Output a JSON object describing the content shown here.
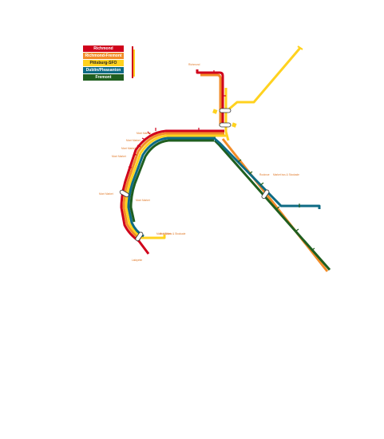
{
  "legend": {
    "lines": [
      {
        "label": "Richmond",
        "color": "#d0021b"
      },
      {
        "label": "Richmond-Fremont",
        "color": "#f28c28"
      },
      {
        "label": "Pittsburg-SFO",
        "color": "#ffd21f"
      },
      {
        "label": "Dublin/Pleasanton",
        "color": "#0e6b84"
      },
      {
        "label": "Fremont",
        "color": "#1f5e1f"
      }
    ]
  },
  "station_labels": [
    "Richmond",
    "Mont Market",
    "Mont Market",
    "Mont Market",
    "Mont Market",
    "Mont Market",
    "Mont Market",
    "Mont Market",
    "Rocknue",
    "Market bus & Stockade",
    "Bus Chiles & Stockade",
    "Lafayette"
  ],
  "colors": {
    "red": "#d0021b",
    "orange": "#f28c28",
    "yellow": "#ffd21f",
    "teal": "#0e6b84",
    "green": "#1f5e1f"
  }
}
